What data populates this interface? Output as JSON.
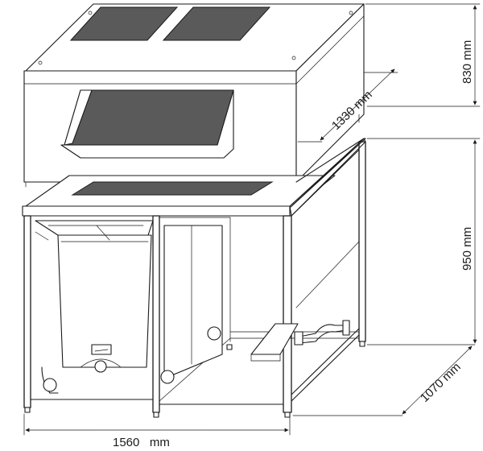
{
  "dimensions": {
    "width_label": "1560   mm",
    "depth_label": "1070 mm",
    "height_label": "950 mm",
    "unit_depth_label": "1330 mm",
    "unit_height_label": "830 mm"
  },
  "colors": {
    "line": "#1a1a1a",
    "panel_fill": "#5a5a5a",
    "background": "#ffffff"
  }
}
